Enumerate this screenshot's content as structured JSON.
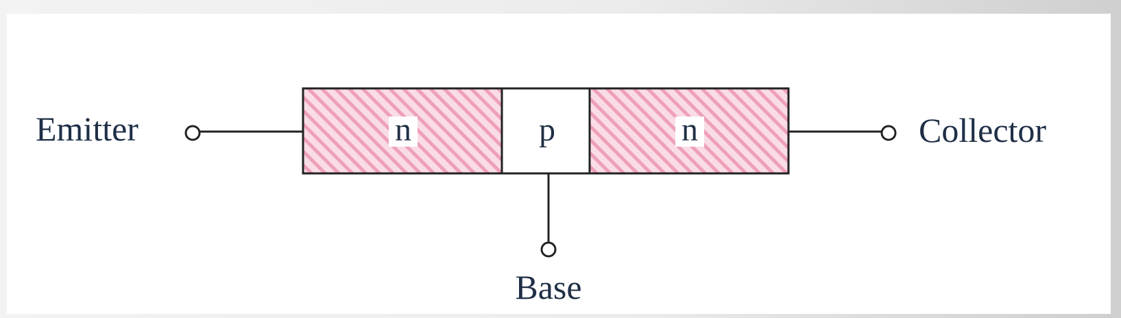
{
  "diagram": {
    "terminals": {
      "emitter": "Emitter",
      "collector": "Collector",
      "base": "Base"
    },
    "regions": [
      {
        "label": "n",
        "doping": "n-type",
        "fill": "hatched",
        "hatch_color": "#f0a9bd",
        "base_color": "#f7d5df"
      },
      {
        "label": "p",
        "doping": "p-type",
        "fill": "plain",
        "base_color": "#ffffff"
      },
      {
        "label": "n",
        "doping": "n-type",
        "fill": "hatched",
        "hatch_color": "#f0a9bd",
        "base_color": "#f7d5df"
      }
    ],
    "colors": {
      "text": "#1f2f46",
      "lines": "#1a1a1a",
      "hatch": "#f0a9bd"
    }
  }
}
